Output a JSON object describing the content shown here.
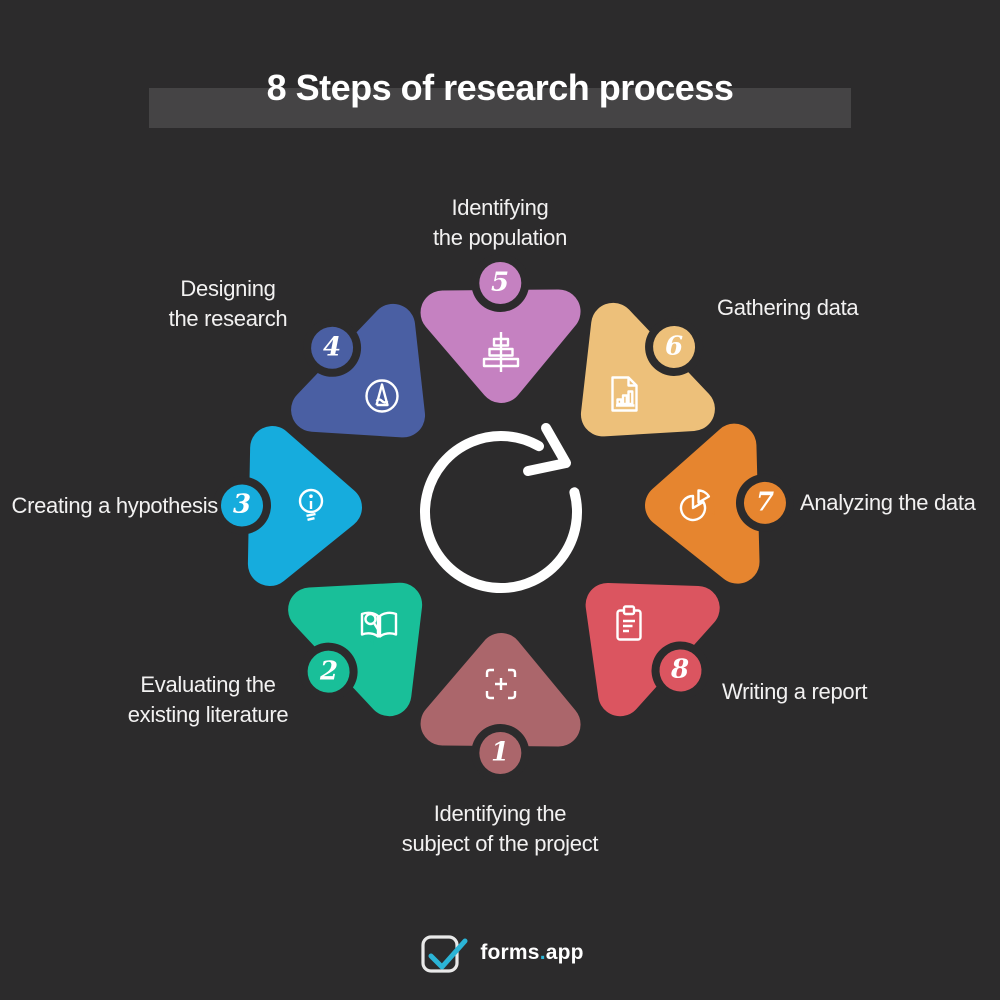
{
  "title": "8 Steps of research process",
  "colors": {
    "background": "#2c2b2c",
    "title_band": "#454445",
    "text": "#f2f1f1",
    "icon_stroke": "#ffffff"
  },
  "steps": [
    {
      "number": "1",
      "label": "Identifying the\nsubject of the project",
      "color": "#ab666b",
      "icon": "focus-target-icon"
    },
    {
      "number": "2",
      "label": "Evaluating the\nexisting literature",
      "color": "#19bf99",
      "icon": "book-magnifier-icon"
    },
    {
      "number": "3",
      "label": "Creating a hypothesis",
      "color": "#16acdd",
      "icon": "lightbulb-idea-icon"
    },
    {
      "number": "4",
      "label": "Designing\nthe research",
      "color": "#4a5fa3",
      "icon": "pencil-circle-icon"
    },
    {
      "number": "5",
      "label": "Identifying\nthe population",
      "color": "#c581c1",
      "icon": "population-pyramid-icon"
    },
    {
      "number": "6",
      "label": "Gathering data",
      "color": "#edc07a",
      "icon": "document-chart-icon"
    },
    {
      "number": "7",
      "label": "Analyzing the data",
      "color": "#e6852f",
      "icon": "pie-chart-icon"
    },
    {
      "number": "8",
      "label": "Writing a report",
      "color": "#db5560",
      "icon": "clipboard-icon"
    }
  ],
  "center": {
    "icon": "cycle-arrow-icon"
  },
  "brand": {
    "name": "forms",
    "dot": ".",
    "tld": "app",
    "accent": "#2bb4d6"
  }
}
